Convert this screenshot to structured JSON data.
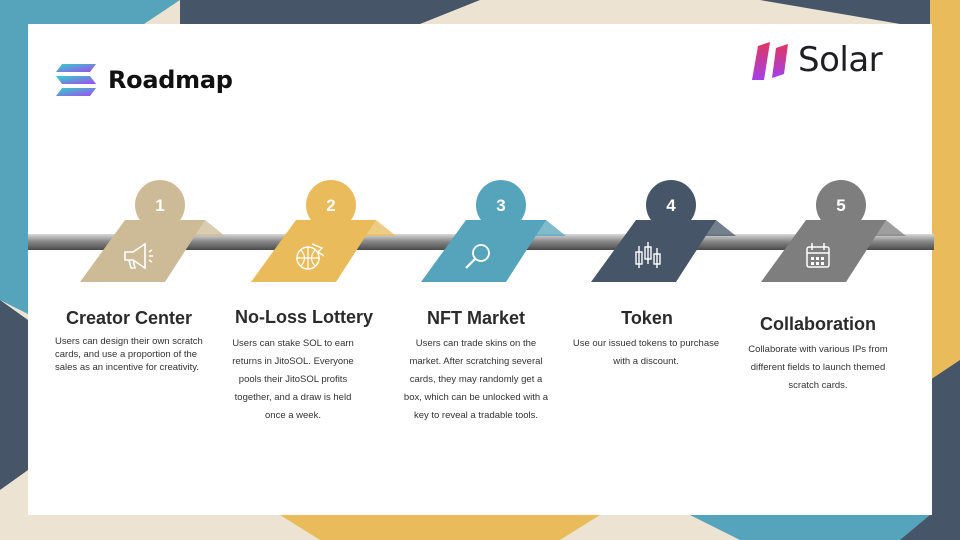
{
  "header": {
    "title": "Roadmap"
  },
  "brand": {
    "name": "Solar"
  },
  "colors": {
    "tan": "#cdbb97",
    "gold": "#e9bb5a",
    "teal": "#56a4bc",
    "slate": "#465567",
    "gray": "#7e7e7e",
    "cream": "#ede3d3"
  },
  "steps": [
    {
      "number": "1",
      "title": "Creator Center",
      "icon": "megaphone-icon",
      "description": "Users can design their own scratch cards, and use a proportion of the sales as an incentive for creativity."
    },
    {
      "number": "2",
      "title": "No-Loss Lottery",
      "icon": "globe-plane-icon",
      "description": "Users can stake SOL to earn returns in JitoSOL. Everyone pools their JitoSOL profits together, and a draw is held once a week."
    },
    {
      "number": "3",
      "title": "NFT Market",
      "icon": "magnifier-icon",
      "description": "Users can trade skins on the market. After scratching several cards, they may randomly get a box, which can be unlocked with a key to reveal a tradable tools."
    },
    {
      "number": "4",
      "title": "Token",
      "icon": "candlestick-chart-icon",
      "description": "Use our issued tokens to purchase with a discount."
    },
    {
      "number": "5",
      "title": "Collaboration",
      "icon": "calendar-icon",
      "description": "Collaborate with various IPs from different fields to launch themed scratch cards."
    }
  ]
}
